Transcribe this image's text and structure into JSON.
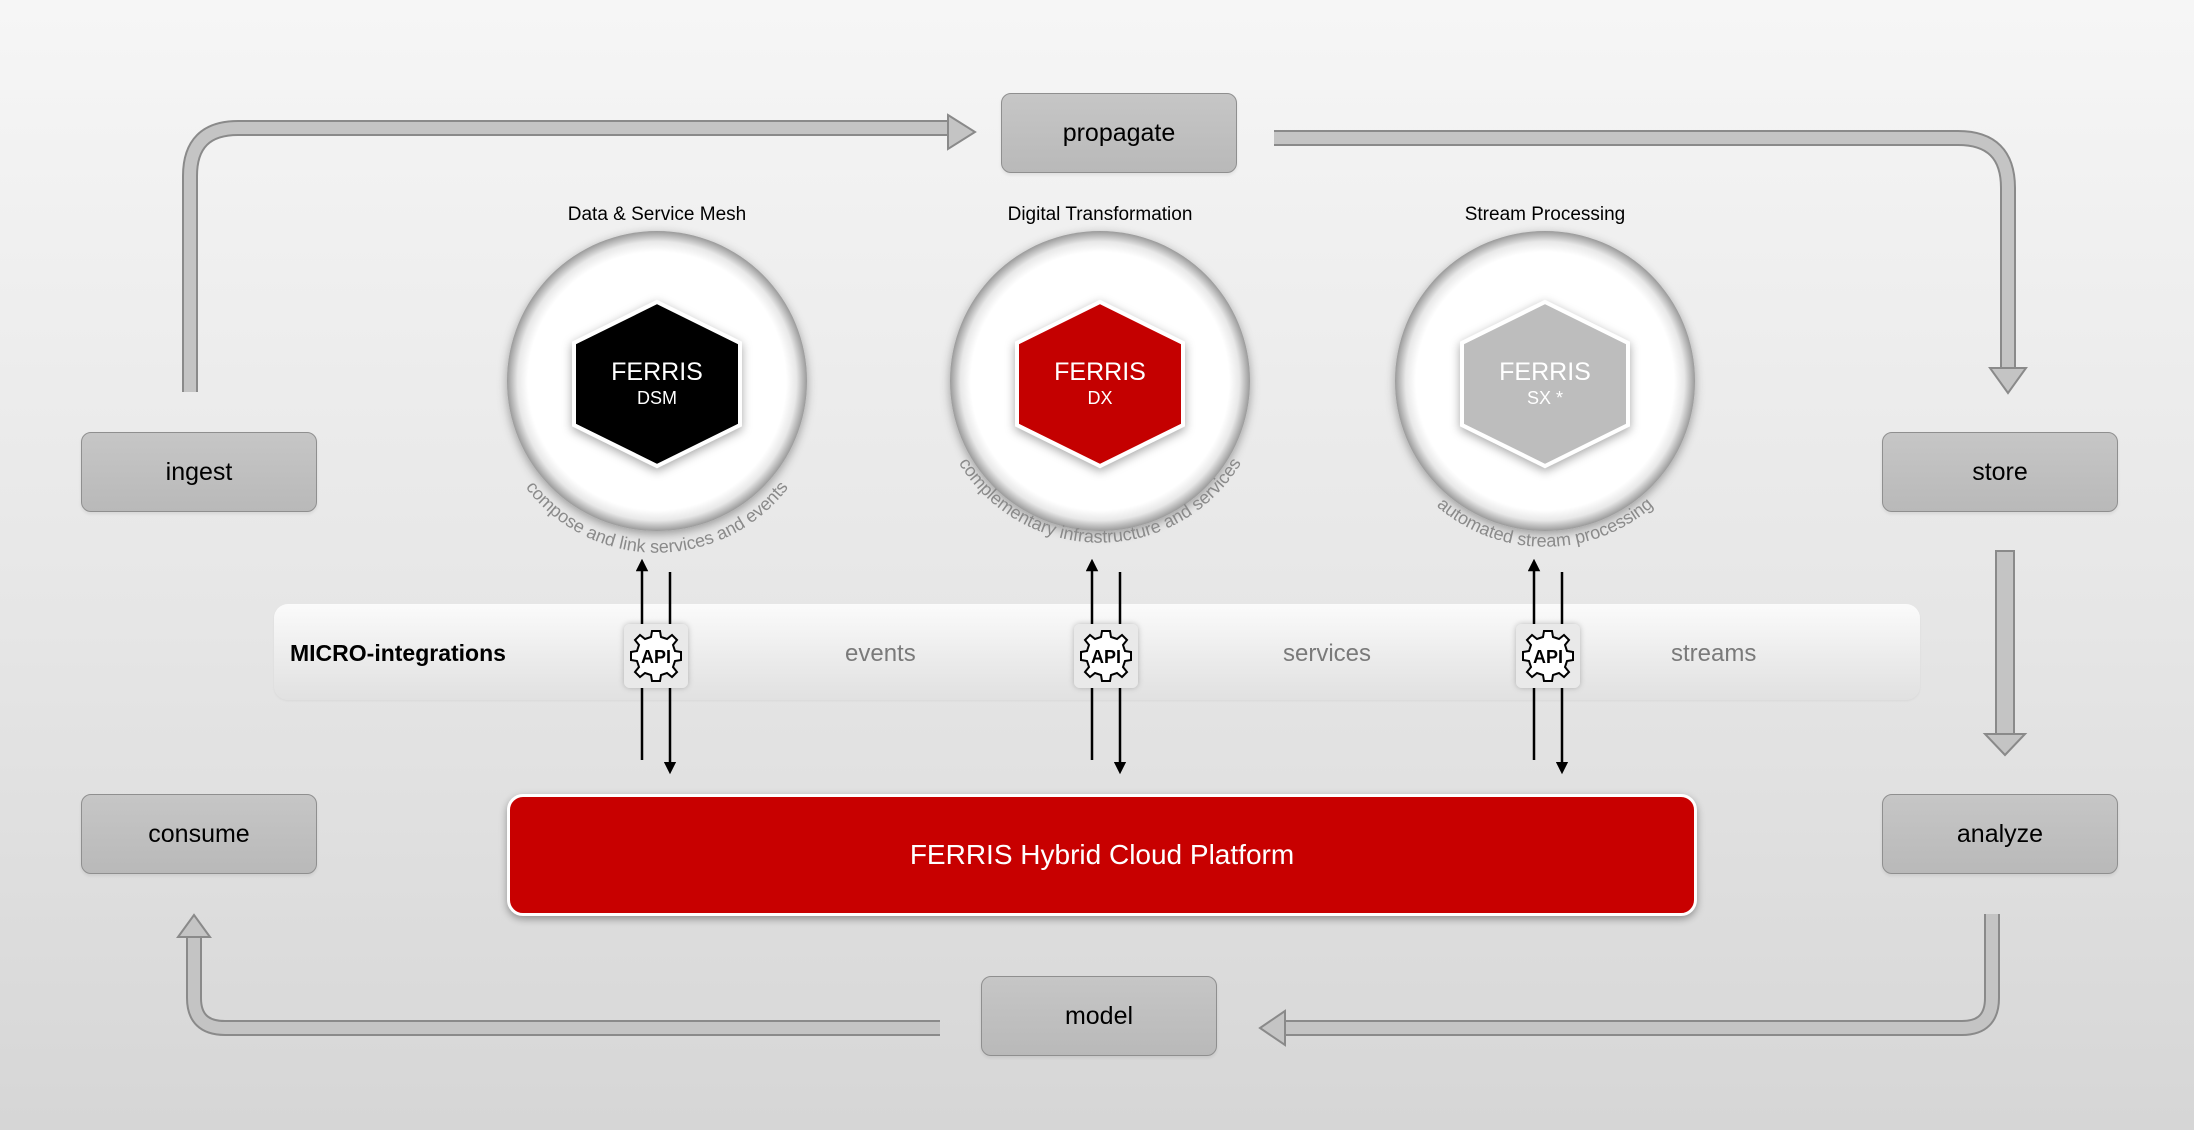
{
  "stages": {
    "propagate": "propagate",
    "ingest": "ingest",
    "store": "store",
    "consume": "consume",
    "analyze": "analyze",
    "model": "model"
  },
  "products": [
    {
      "heading": "Data & Service Mesh",
      "name": "FERRIS",
      "code": "DSM",
      "caption": "compose and link services and events",
      "hex_color": "#000000"
    },
    {
      "heading": "Digital Transformation",
      "name": "FERRIS",
      "code": "DX",
      "caption": "complementary infrastructure and services",
      "hex_color": "#c40000"
    },
    {
      "heading": "Stream Processing",
      "name": "FERRIS",
      "code": "SX *",
      "caption": "automated stream processing",
      "hex_color": "#bdbdbd"
    }
  ],
  "micro": {
    "title": "MICRO-integrations",
    "items": [
      "events",
      "services",
      "streams"
    ],
    "api_label": "API"
  },
  "platform": {
    "label": "FERRIS Hybrid Cloud Platform",
    "color": "#c80000"
  },
  "colors": {
    "flow_arrow": "#c0c0c0",
    "stage_box": "#bfbfbf"
  }
}
